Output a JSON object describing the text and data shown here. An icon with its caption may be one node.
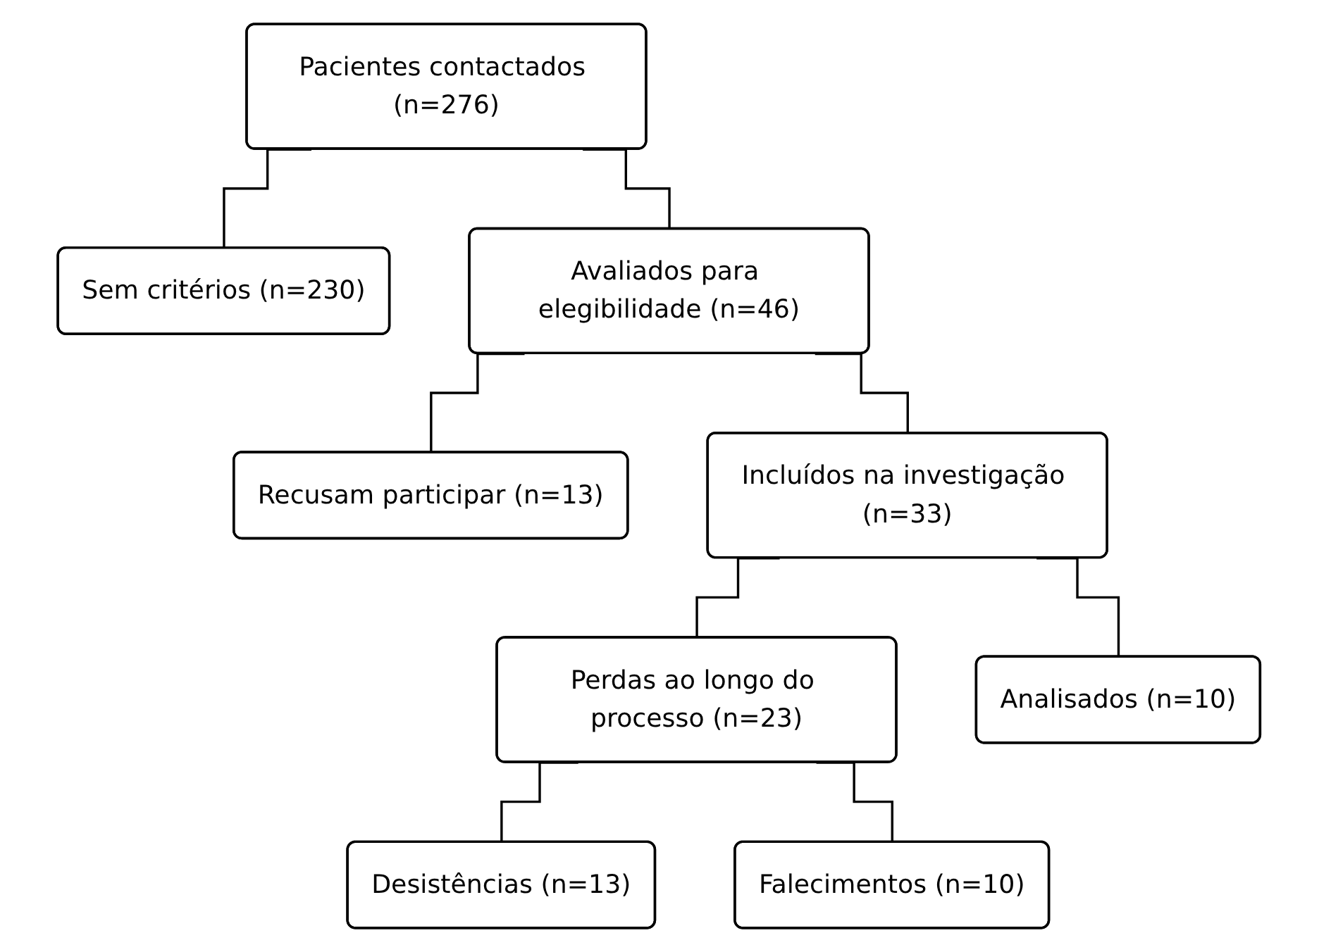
{
  "diagram": {
    "nodes": [
      {
        "text": [
          "Pacientes contactados (n=276)"
        ]
      },
      {
        "text": [
          "Sem critérios (n=230)"
        ]
      },
      {
        "text": [
          "Avaliados para elegibilidade (n=46)"
        ]
      },
      {
        "text": [
          "Recusam participar (n=13)"
        ]
      },
      {
        "text": [
          "Incluídos na investigação (n=33)"
        ]
      },
      {
        "text": [
          "Perdas ao longo do processo (n=23)"
        ]
      },
      {
        "text": [
          "Analisados (n=10)"
        ]
      },
      {
        "text": [
          "Desistências (n=13)"
        ]
      },
      {
        "text": [
          "Falecimentos (n=10)"
        ]
      }
    ],
    "edges": [
      {
        "from": 0,
        "to": 2,
        "arrow": "none"
      },
      {
        "from": 0,
        "to": 1,
        "arrow": "none"
      },
      {
        "from": 2,
        "to": 4,
        "arrow": "none"
      },
      {
        "from": 2,
        "to": 3,
        "arrow": "none"
      },
      {
        "from": 4,
        "to": 5,
        "arrow": "none"
      },
      {
        "from": 4,
        "to": 6,
        "arrow": "none"
      },
      {
        "from": 5,
        "to": 7,
        "arrow": "none"
      },
      {
        "from": 5,
        "to": 8,
        "arrow": "none"
      }
    ]
  }
}
